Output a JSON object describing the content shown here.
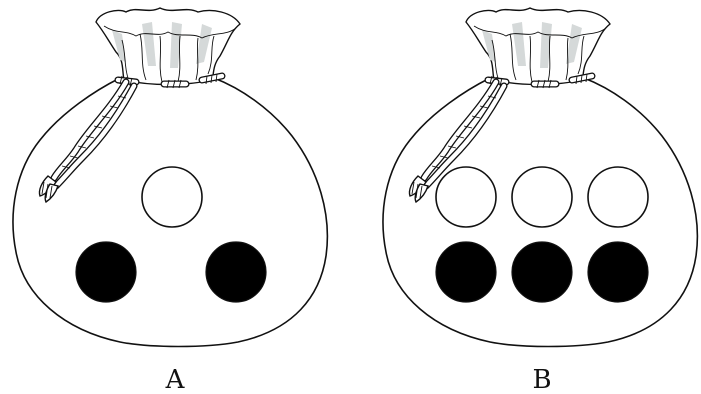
{
  "bags": [
    {
      "label": "A",
      "balls": [
        {
          "color": "white"
        },
        {
          "color": "black"
        },
        {
          "color": "black"
        }
      ]
    },
    {
      "label": "B",
      "balls": [
        {
          "color": "white"
        },
        {
          "color": "white"
        },
        {
          "color": "white"
        },
        {
          "color": "black"
        },
        {
          "color": "black"
        },
        {
          "color": "black"
        }
      ]
    }
  ],
  "colors": {
    "white": "#ffffff",
    "black": "#000000"
  }
}
